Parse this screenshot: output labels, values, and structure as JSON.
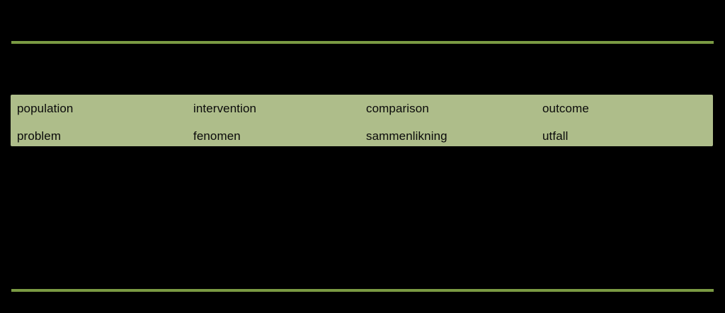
{
  "slide": {
    "background_color": "#000000",
    "rule_color": "#7a9a43",
    "panel_color": "#aebd8a",
    "text_color": "#0a0a0a"
  },
  "pico_table": {
    "columns": [
      {
        "english": "population",
        "norwegian": "problem"
      },
      {
        "english": "intervention",
        "norwegian": "fenomen"
      },
      {
        "english": "comparison",
        "norwegian": "sammenlikning"
      },
      {
        "english": "outcome",
        "norwegian": "utfall"
      }
    ]
  }
}
